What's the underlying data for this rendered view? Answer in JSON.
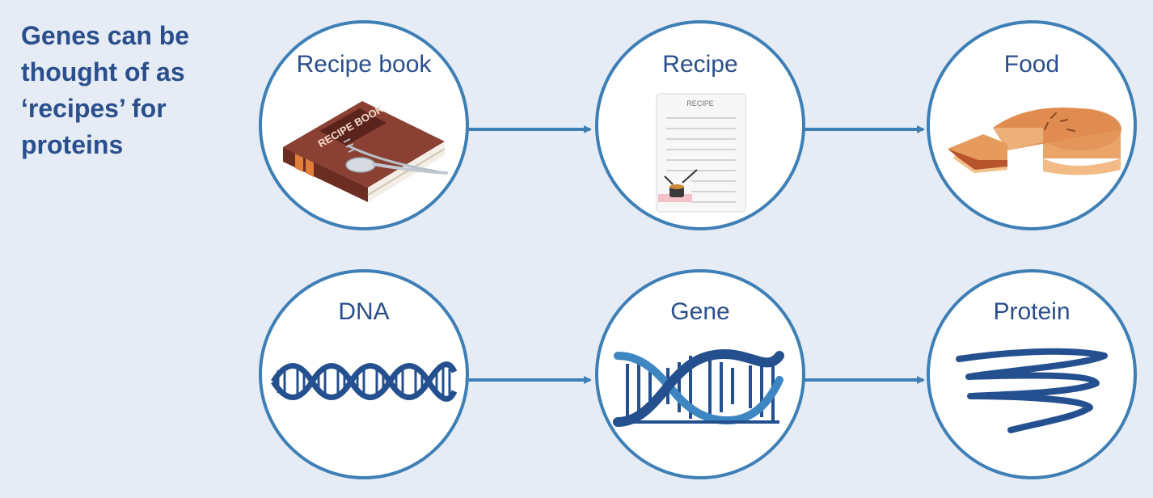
{
  "heading": {
    "lines": [
      "Genes can be",
      "thought of as",
      "‘recipes’ for",
      "proteins"
    ]
  },
  "analogy_row": {
    "nodes": [
      {
        "label": "Recipe book",
        "icon": "recipe-book-icon"
      },
      {
        "label": "Recipe",
        "icon": "recipe-card-icon"
      },
      {
        "label": "Food",
        "icon": "pie-icon"
      }
    ]
  },
  "biology_row": {
    "nodes": [
      {
        "label": "DNA",
        "icon": "dna-icon"
      },
      {
        "label": "Gene",
        "icon": "gene-icon"
      },
      {
        "label": "Protein",
        "icon": "protein-icon"
      }
    ]
  },
  "illustration_text": {
    "book_cover": "RECIPE BOOK",
    "card_title": "RECIPE"
  },
  "colors": {
    "background": "#e6ecf6",
    "circle_fill": "#ffffff",
    "circle_stroke": "#3e7fb5",
    "arrow": "#3e7fb5",
    "text": "#2a4f8c",
    "dna_dark": "#24508f",
    "dna_light": "#3e86c2"
  }
}
